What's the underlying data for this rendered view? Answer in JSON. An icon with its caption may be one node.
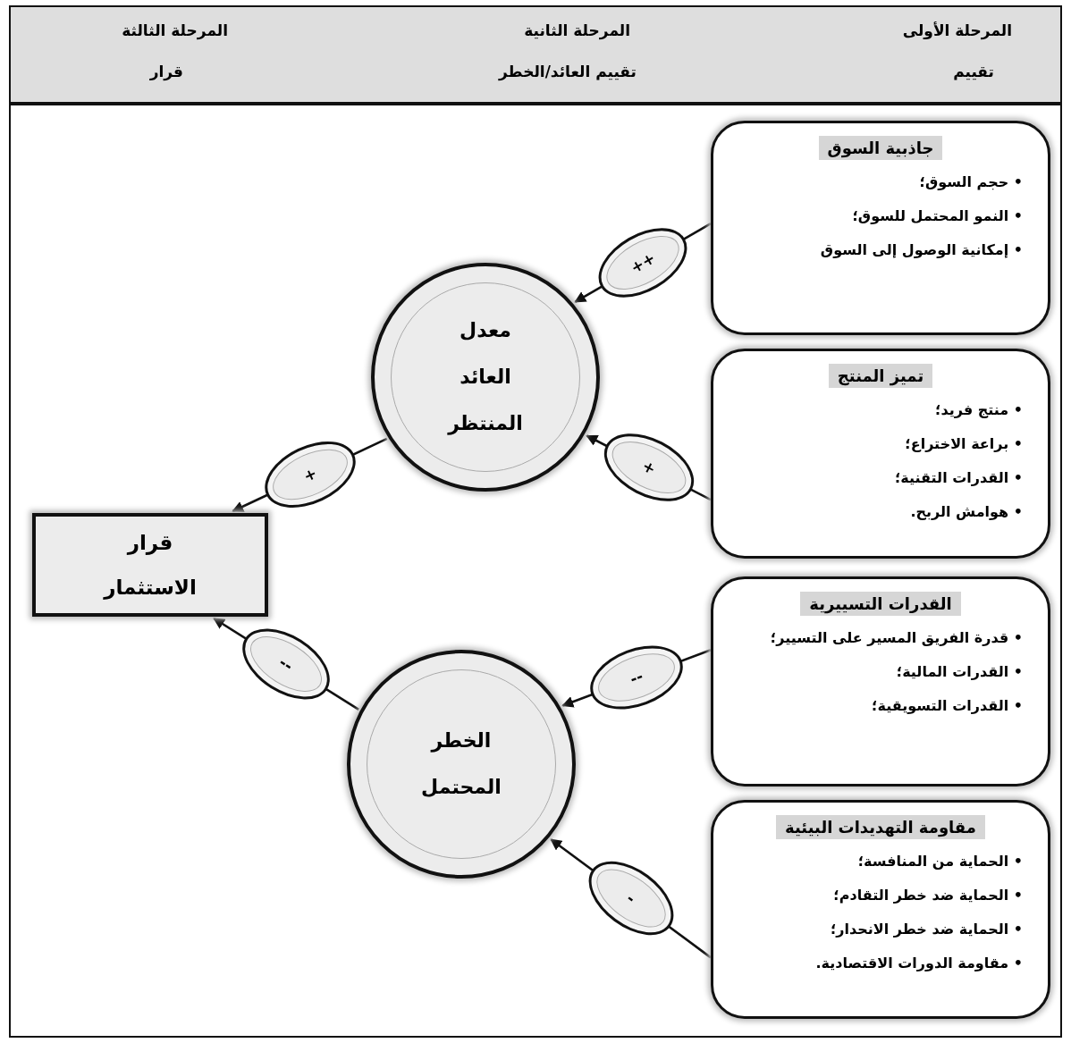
{
  "diagram": {
    "nodes": [
      {
        "text": [
          "جاذبية السوق",
          "• حجم السوق؛",
          "• النمو المحتمل للسوق؛",
          "• إمكانية الوصول إلى السوق"
        ]
      },
      {
        "text": [
          "تميز المنتج",
          "• منتج فريد؛",
          "• براعة الاختراع؛",
          "• القدرات التقنية؛",
          "• هوامش الربح."
        ]
      },
      {
        "text": [
          "القدرات التسييرية",
          "• قدرة الفريق المسير على التسيير؛",
          "• القدرات المالية؛",
          "• القدرات التسويقية؛"
        ]
      },
      {
        "text": [
          "مقاومة التهديدات البيئية",
          "• الحماية من المنافسة؛",
          "• الحماية ضد خطر التقادم؛",
          "• الحماية ضد خطر الانحدار؛",
          "• مقاومة الدورات الاقتصادية."
        ]
      },
      {
        "text": [
          "معدل العائد المنتظر"
        ]
      },
      {
        "text": [
          "الخطر المحتمل"
        ]
      },
      {
        "text": [
          "قرار الاستثمار"
        ]
      }
    ],
    "edges": [
      {
        "from": 0,
        "to": 4,
        "arrow": "to",
        "label": "++"
      },
      {
        "from": 1,
        "to": 4,
        "arrow": "to",
        "label": "+"
      },
      {
        "from": 2,
        "to": 5,
        "arrow": "to",
        "label": "--"
      },
      {
        "from": 3,
        "to": 5,
        "arrow": "to",
        "label": "-"
      },
      {
        "from": 4,
        "to": 6,
        "arrow": "to",
        "label": "+"
      },
      {
        "from": 5,
        "to": 6,
        "arrow": "to",
        "label": "--"
      }
    ],
    "labels": [
      "المرحلة الأولى",
      "تقييم",
      "المرحلة الثانية",
      "تقييم العائد/الخطر",
      "المرحلة الثالثة",
      "قرار"
    ]
  }
}
